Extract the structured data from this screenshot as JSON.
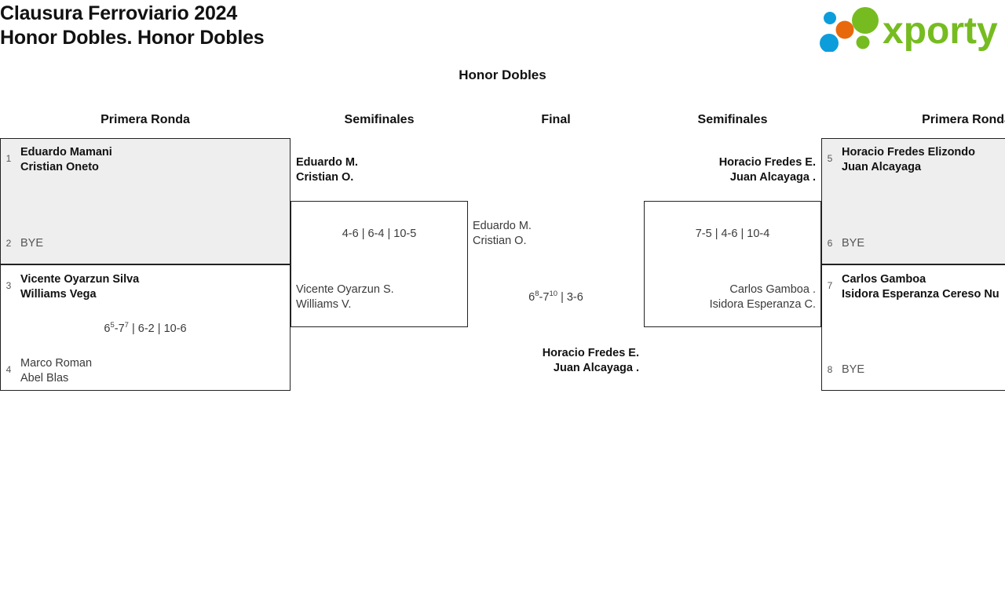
{
  "header": {
    "title_line1": "Clausura Ferroviario 2024",
    "title_line2": "Honor Dobles. Honor Dobles",
    "logo_text": "xporty",
    "logo_colors": {
      "green": "#76bc21",
      "orange": "#e8690b",
      "blue": "#0d9ddb"
    }
  },
  "bracket": {
    "title": "Honor Dobles",
    "rounds": {
      "r1_left": "Primera Ronda",
      "sf_left": "Semifinales",
      "final": "Final",
      "sf_right": "Semifinales",
      "r1_right": "Primera Ronda"
    }
  },
  "matches": {
    "r1_m1": {
      "seed_top": "1",
      "top_l1": "Eduardo Mamani",
      "top_l2": "Cristian Oneto",
      "seed_bottom": "2",
      "bottom": "BYE",
      "score": ""
    },
    "r1_m2": {
      "seed_top": "3",
      "top_l1": "Vicente Oyarzun Silva",
      "top_l2": "Williams Vega",
      "seed_bottom": "4",
      "bottom_l1": "Marco Roman",
      "bottom_l2": "Abel Blas",
      "score_s1_a": "6",
      "score_s1_a_tb": "5",
      "score_s1_b": "7",
      "score_s1_b_tb": "7",
      "score_rest": " | 6-2 | 10-6"
    },
    "r1_m3": {
      "seed_top": "5",
      "top_l1": "Horacio Fredes Elizondo",
      "top_l2": "Juan Alcayaga",
      "seed_bottom": "6",
      "bottom": "BYE",
      "score": ""
    },
    "r1_m4": {
      "seed_top": "7",
      "top_l1": "Carlos Gamboa",
      "top_l2": "Isidora Esperanza Cereso Nu",
      "seed_bottom": "8",
      "bottom": "BYE",
      "score": ""
    },
    "sf_left": {
      "top_l1": "Eduardo M.",
      "top_l2": "Cristian O.",
      "bottom_l1": "Vicente Oyarzun S.",
      "bottom_l2": "Williams V.",
      "score": "4-6 | 6-4 | 10-5"
    },
    "sf_right": {
      "top_l1": "Horacio Fredes E.",
      "top_l2": "Juan Alcayaga .",
      "bottom_l1": "Carlos Gamboa .",
      "bottom_l2": "Isidora Esperanza C.",
      "score": "7-5 | 4-6 | 10-4"
    },
    "final": {
      "left_l1": "Eduardo M.",
      "left_l2": "Cristian O.",
      "right_l1": "Horacio Fredes E.",
      "right_l2": "Juan Alcayaga .",
      "score_a": "6",
      "score_a_tb": "8",
      "score_b": "7",
      "score_b_tb": "10",
      "score_rest": " | 3-6"
    }
  }
}
